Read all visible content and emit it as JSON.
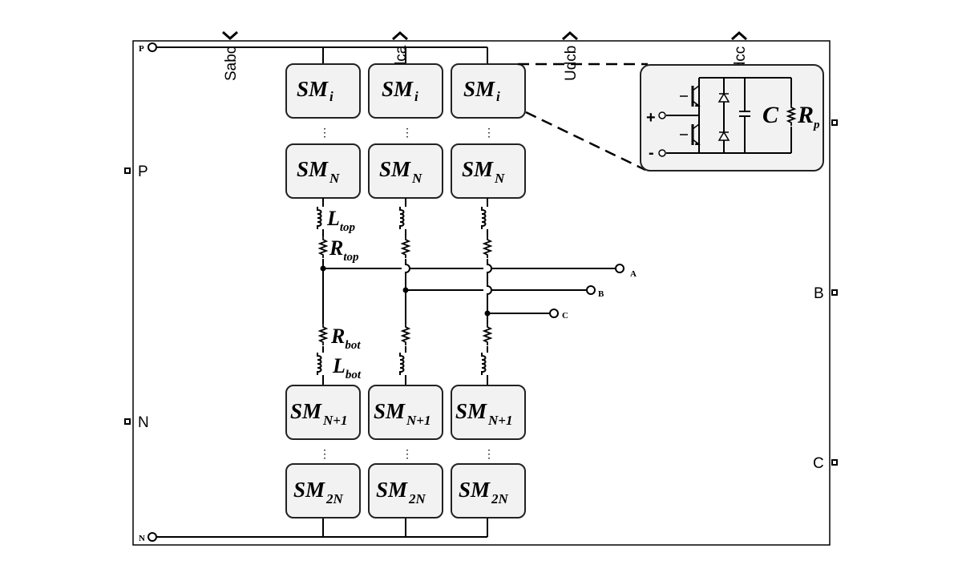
{
  "block": {
    "input_ports": [
      "P",
      "N"
    ],
    "output_ports": [
      "A",
      "B",
      "C"
    ],
    "top_ports": [
      "Sabc",
      "Udca",
      "Udcb",
      "Udcc"
    ]
  },
  "diagram": {
    "dc_nodes": [
      "P",
      "N"
    ],
    "ac_nodes": [
      "A",
      "B",
      "C"
    ],
    "sm_upper_first": {
      "main": "SM",
      "sub": "i"
    },
    "sm_upper_last": {
      "main": "SM",
      "sub": "N"
    },
    "sm_lower_first": {
      "main": "SM",
      "sub": "N+1"
    },
    "sm_lower_last": {
      "main": "SM",
      "sub": "2N"
    },
    "inductor_top": {
      "main": "L",
      "sub": "top"
    },
    "resistor_top": {
      "main": "R",
      "sub": "top"
    },
    "resistor_bot": {
      "main": "R",
      "sub": "bot"
    },
    "inductor_bot": {
      "main": "L",
      "sub": "bot"
    },
    "submodule_detail": {
      "capacitor": "C",
      "resistor": {
        "main": "R",
        "sub": "p"
      },
      "plus": "+",
      "minus": "-"
    }
  }
}
